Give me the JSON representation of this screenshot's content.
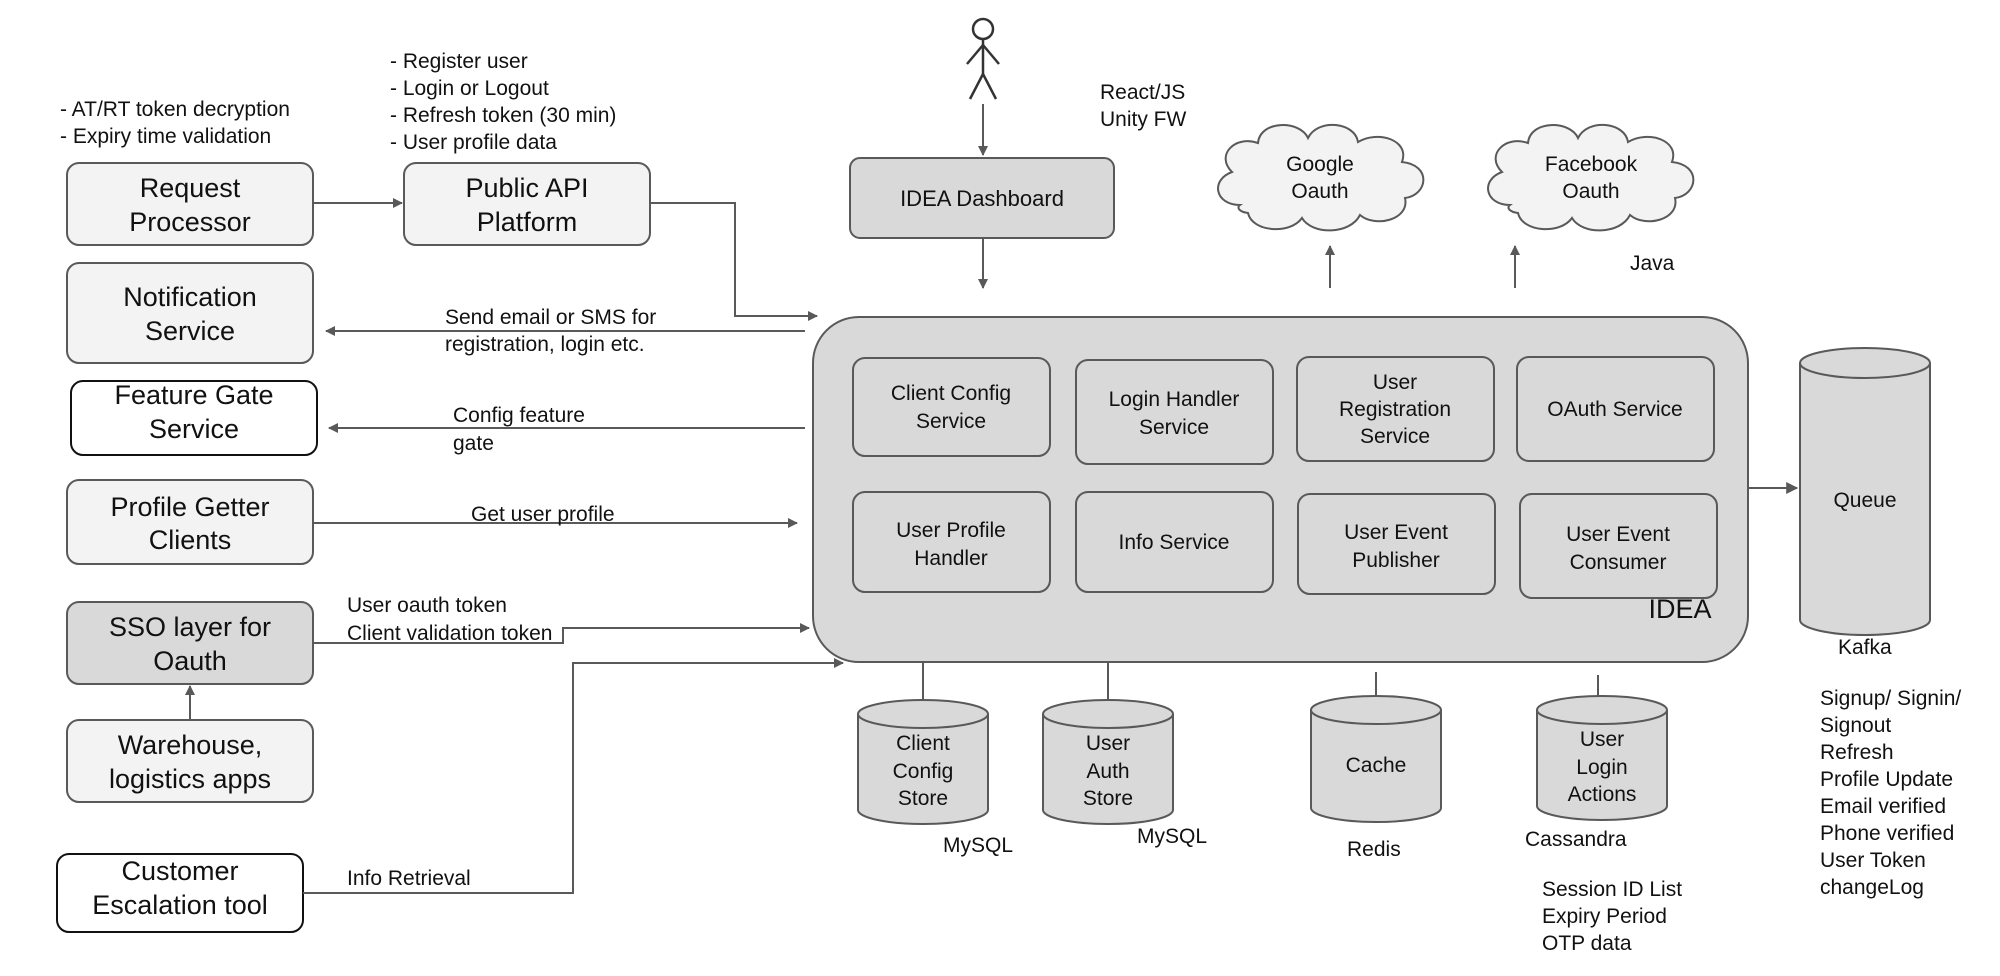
{
  "left_clients": {
    "request_processor": [
      "Request",
      "Processor"
    ],
    "public_api": [
      "Public API",
      "Platform"
    ],
    "notification": [
      "Notification",
      "Service"
    ],
    "feature_gate": [
      "Feature Gate",
      "Service"
    ],
    "profile_getter": [
      "Profile Getter",
      "Clients"
    ],
    "sso_layer": [
      "SSO layer for",
      "Oauth"
    ],
    "warehouse": [
      "Warehouse,",
      "logistics apps"
    ],
    "customer_escalation": [
      "Customer",
      "Escalation tool"
    ]
  },
  "notes": {
    "token_notes": [
      "- AT/RT token decryption",
      "- Expiry time validation"
    ],
    "api_notes": [
      "- Register user",
      "- Login or Logout",
      "- Refresh token (30 min)",
      "- User profile data"
    ],
    "frontend_tech": [
      "React/JS",
      "Unity FW"
    ],
    "backend_tech": "Java",
    "cassandra_notes": [
      "Session ID List",
      "Expiry Period",
      "OTP data"
    ],
    "kafka_events": [
      "Signup/ Signin/",
      "Signout",
      "Refresh",
      "Profile Update",
      "Email verified",
      "Phone verified",
      "User Token",
      "changeLog"
    ]
  },
  "connections": {
    "send_email": [
      "Send email or SMS for",
      "registration, login etc."
    ],
    "config_feature": [
      "Config feature",
      "gate"
    ],
    "get_profile": "Get user profile",
    "oauth_token": [
      "User oauth token",
      "Client validation token"
    ],
    "info_retrieval": "Info Retrieval"
  },
  "dashboard": "IDEA Dashboard",
  "oauth_providers": {
    "google": [
      "Google",
      "Oauth"
    ],
    "facebook": [
      "Facebook",
      "Oauth"
    ]
  },
  "idea_core": {
    "title": "IDEA",
    "services": {
      "client_config": [
        "Client Config",
        "Service"
      ],
      "login_handler": [
        "Login Handler",
        "Service"
      ],
      "user_registration": [
        "User",
        "Registration",
        "Service"
      ],
      "oauth": [
        "OAuth Service"
      ],
      "user_profile": [
        "User Profile",
        "Handler"
      ],
      "info": [
        "Info Service"
      ],
      "event_publisher": [
        "User Event",
        "Publisher"
      ],
      "event_consumer": [
        "User Event",
        "Consumer"
      ]
    }
  },
  "stores": {
    "client_config_store": {
      "label": [
        "Client",
        "Config",
        "Store"
      ],
      "tech": "MySQL"
    },
    "user_auth_store": {
      "label": [
        "User",
        "Auth",
        "Store"
      ],
      "tech": "MySQL"
    },
    "cache": {
      "label": [
        "Cache"
      ],
      "tech": "Redis"
    },
    "login_actions": {
      "label": [
        "User",
        "Login",
        "Actions"
      ],
      "tech": "Cassandra"
    }
  },
  "queue": {
    "label": "Queue",
    "tech": "Kafka"
  },
  "colors": {
    "light_box": "#f3f3f3",
    "mid_box": "#d9d9d9",
    "white_box": "#ffffff",
    "border": "#595959",
    "arrow": "#595959"
  }
}
